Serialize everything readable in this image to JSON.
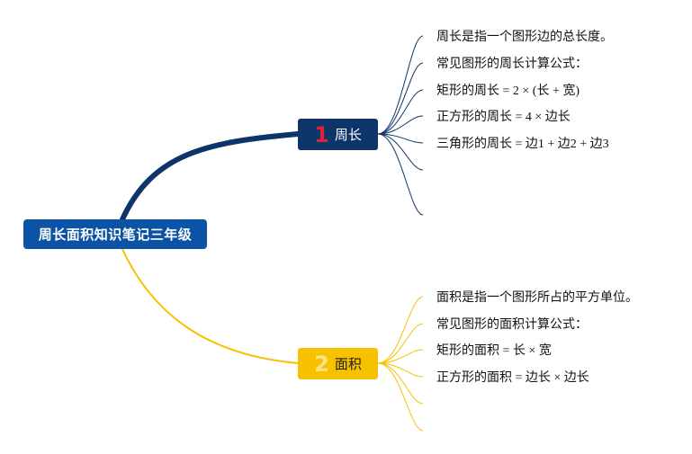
{
  "colors": {
    "root_bg": "#0b54a5",
    "branch1": "#0e356a",
    "branch2": "#f6c200",
    "badge1": "#d9233c",
    "badge2": "#fbe28a"
  },
  "root": {
    "label": "周长面积知识笔记三年级"
  },
  "branches": [
    {
      "badge": "1",
      "label": "周长",
      "leaves": [
        "周长是指一个图形边的总长度。",
        "常见图形的周长计算公式：",
        "矩形的周长 = 2 × (长 + 宽)",
        "正方形的周长 = 4 × 边长",
        "三角形的周长 = 边1 + 边2 + 边3"
      ]
    },
    {
      "badge": "2",
      "label": "面积",
      "leaves": [
        "面积是指一个图形所占的平方单位。",
        "常见图形的面积计算公式：",
        "矩形的面积 = 长 × 宽",
        "正方形的面积 = 边长 × 边长"
      ]
    }
  ]
}
